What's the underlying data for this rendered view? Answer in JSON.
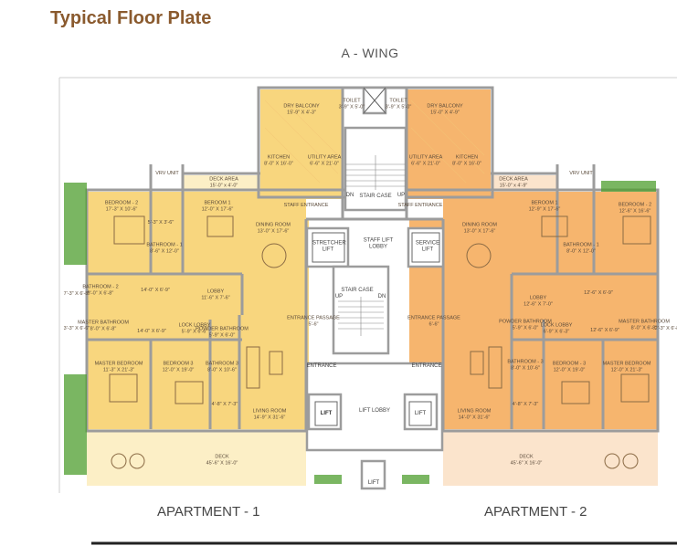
{
  "title": "Typical Floor Plate",
  "wing": "A -  WING",
  "apartments": [
    "APARTMENT - 1",
    "APARTMENT - 2"
  ],
  "colors": {
    "apartment_1": "#F8D67E",
    "apartment_2": "#F6B56E",
    "deck_1": "#FCEFC6",
    "deck_2": "#FBE4CC",
    "walls": "#9C9C9C",
    "title": "#8A5A2E",
    "plants": "#4E9E2E"
  },
  "rooms": [
    {
      "name": "VRV UNIT"
    },
    {
      "name": "DECK AREA",
      "dims": "15'-0\" x 4'-0\""
    },
    {
      "name": "BEDROOM - 2",
      "dims": "17'-3\" X 10'-6\""
    },
    {
      "name": "BEROOM 1",
      "dims": "12'-0\" X 17'-6\""
    },
    {
      "name": "DINING ROOM",
      "dims": "13'-0\" X 17'-6\""
    },
    {
      "name": "BATHROOM - 1",
      "dims": "8'-6\" X 12'-0\""
    },
    {
      "name": "",
      "dims": "5'-3\" X 3'-6\""
    },
    {
      "name": "",
      "dims": "14'-0\" X 6'-9\""
    },
    {
      "name": "LOBBY",
      "dims": "11'-6\" X 7'-6\""
    },
    {
      "name": "",
      "dims": "7'-3\" X 6'-8\""
    },
    {
      "name": "BATHROOM - 2",
      "dims": "8'-0\" X 6'-8\""
    },
    {
      "name": "MASTER BATHROOM",
      "dims": "8'-0\" X 6'-8\""
    },
    {
      "name": "",
      "dims": "14'-0\" X 6'-9\""
    },
    {
      "name": "LOCK LOBBY",
      "dims": "5'-9\" X 6'-6\""
    },
    {
      "name": "POWDER BATHROOM",
      "dims": "5'-9\" X 6'-0\""
    },
    {
      "name": "",
      "dims": "3'-3\" X 6'-6\""
    },
    {
      "name": "ENTRANCE PASSAGE",
      "dims": "5'-6\""
    },
    {
      "name": "MASTER BEDROOM",
      "dims": "11'-3\" X 21'-3\""
    },
    {
      "name": "BEDROOM 3",
      "dims": "12'-0\" X 19'-0\""
    },
    {
      "name": "BATHROOM 3",
      "dims": "8'-0\" X 10'-6\""
    },
    {
      "name": "",
      "dims": "4'-8\" X 7'-3\""
    },
    {
      "name": "LIVING ROOM",
      "dims": "14'-9\" X 31'-6\""
    },
    {
      "name": "DECK",
      "dims": "45'-6\" X 16'-0\""
    },
    {
      "name": "TOILET",
      "dims": "3'-9\" X 5'-0\""
    },
    {
      "name": "DRY BALCONY",
      "dims": "15'-9\" X 4'-3\""
    },
    {
      "name": "KITCHEN",
      "dims": "8'-0\" X 16'-0\""
    },
    {
      "name": "UTILITY AREA",
      "dims": "6'-6\" X 21'-0\""
    },
    {
      "name": "STAFF ENTRANCE"
    },
    {
      "name": "TOILET",
      "dims": "3'-9\" X 5'-0\""
    },
    {
      "name": "DRY BALCONY",
      "dims": "15'-0\" X 4'-9\""
    },
    {
      "name": "UTILITY AREA",
      "dims": "6'-6\" X 21'-0\""
    },
    {
      "name": "KITCHEN",
      "dims": "8'-0\" X 16'-0\""
    },
    {
      "name": "STAFF ENTRANCE"
    },
    {
      "name": "DECK AREA",
      "dims": "15'-0\" x 4'-9\""
    },
    {
      "name": "VRV UNIT"
    },
    {
      "name": "BEROOM 1",
      "dims": "12'-9\" X 17'-6\""
    },
    {
      "name": "BEDROOM - 2",
      "dims": "12'-6\" X 16'-6\""
    },
    {
      "name": "DINING ROOM",
      "dims": "13'-0\" X 17'-6\""
    },
    {
      "name": "BATHROOM - 1",
      "dims": "8'-0\" X 12'-0\""
    },
    {
      "name": "LOBBY",
      "dims": "12'-6\" X 7'-0\""
    },
    {
      "name": "",
      "dims": "12'-6\" X 6'-9\""
    },
    {
      "name": "ENTRANCE PASSAGE",
      "dims": "6'-6\""
    },
    {
      "name": "LOCK LOBBY",
      "dims": "6'-9\" X 6'-3\""
    },
    {
      "name": "",
      "dims": "12'-6\" X 6'-9\""
    },
    {
      "name": "POWDER BATHROOM",
      "dims": "5'-9\" X 6'-0\""
    },
    {
      "name": "MASTER BATHROOM",
      "dims": "8'-0\" X 6'-8\""
    },
    {
      "name": "",
      "dims": "2'-3\" X 6'-8\""
    },
    {
      "name": "BEDROOM - 3",
      "dims": "12'-0\" X 19'-0\""
    },
    {
      "name": "MASTER BEDROOM",
      "dims": "12'-0\" X 21'-3\""
    },
    {
      "name": "BATHROOM - 3",
      "dims": "8'-0\" X 10'-6\""
    },
    {
      "name": "",
      "dims": "4'-8\" X 7'-3\""
    },
    {
      "name": "LIVING ROOM",
      "dims": "14'-0\" X 31'-6\""
    },
    {
      "name": "DECK",
      "dims": "45'-6\" X 16'-0\""
    }
  ],
  "core": {
    "dn_top": "DN",
    "stair_top": "STAIR CASE",
    "up_top": "UP",
    "stretcher_lift": "STRETCHER LIFT",
    "staff_lift_lobby": "STAFF LIFT LOBBY",
    "service_lift": "SERVICE LIFT",
    "stair_mid": "STAIR CASE",
    "up_mid": "UP",
    "dn_mid": "DN",
    "entrance_left": "ENTRANCE",
    "entrance_right": "ENTRANCE",
    "lift_left": "LIFT",
    "lift_lobby": "LIFT LOBBY",
    "lift_right": "LIFT",
    "lift_bottom": "LIFT"
  }
}
